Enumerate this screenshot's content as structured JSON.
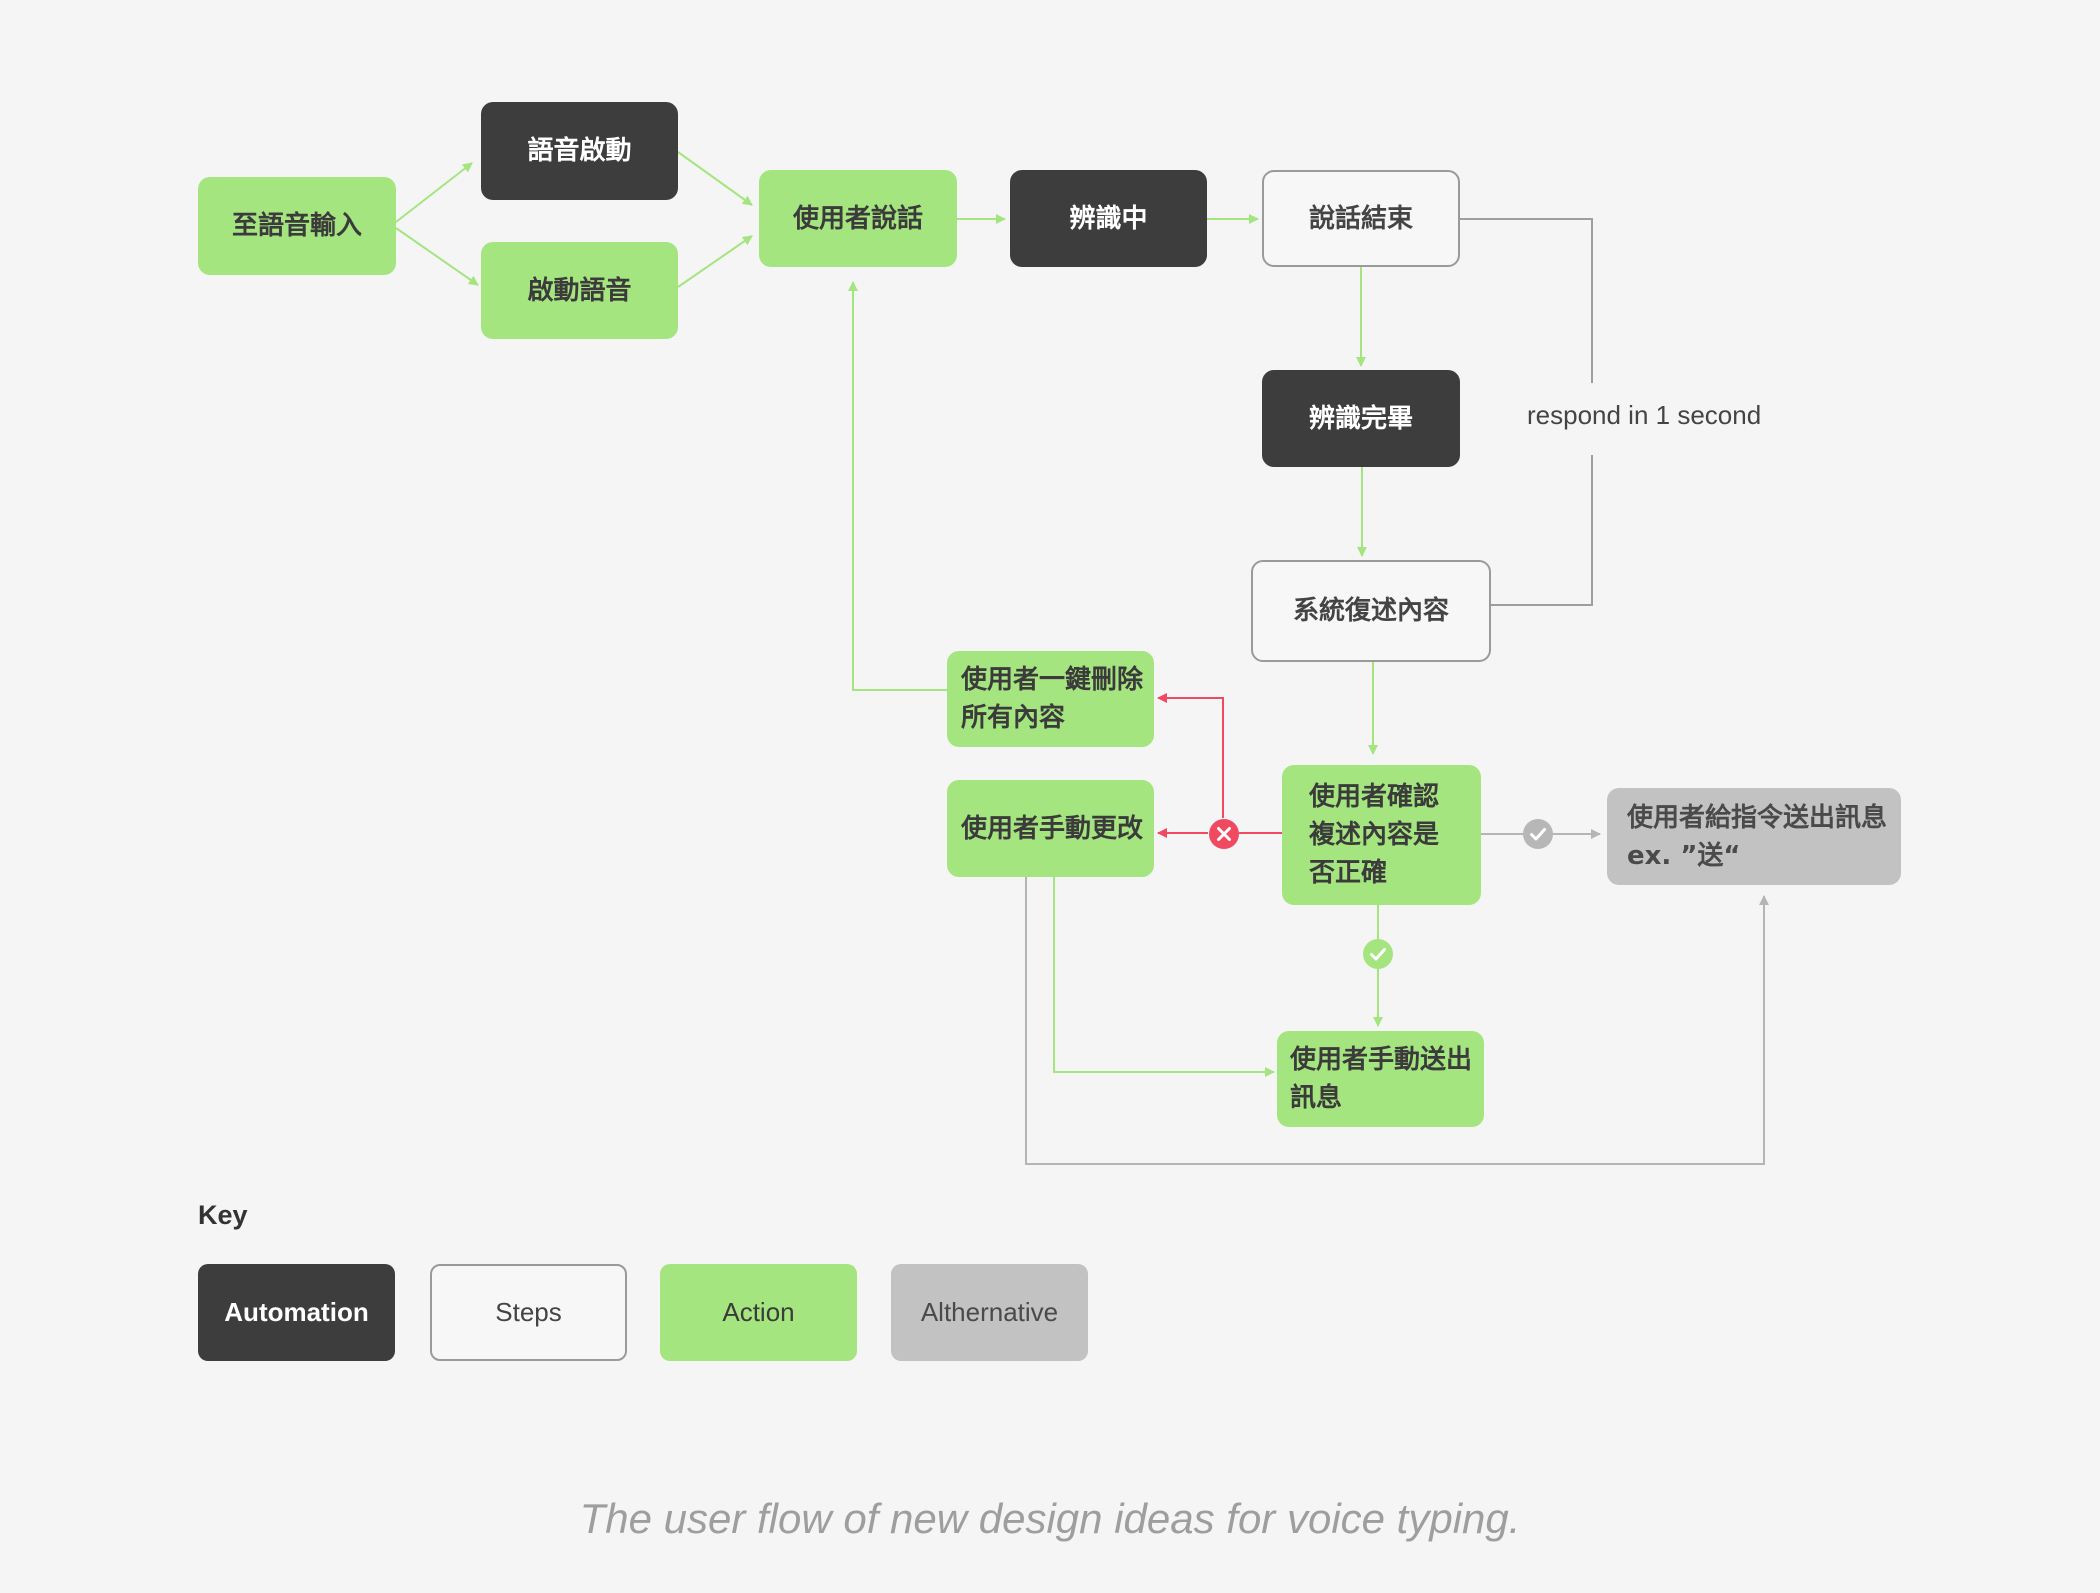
{
  "nodes": {
    "to_voice_input": "至語音輸入",
    "voice_start": "語音啟動",
    "start_voice": "啟動語音",
    "user_speaks": "使用者說話",
    "recognizing": "辨識中",
    "speech_end": "說話結束",
    "recognition_done": "辨識完畢",
    "system_repeat": "系統復述內容",
    "user_delete_all": "使用者一鍵刪除\n所有內容",
    "user_manual_edit": "使用者手動更改",
    "user_confirm": "使用者確認\n複述內容是\n否正確",
    "user_command_send": "使用者給指令送出訊息\nex. ”送“",
    "user_manual_send": "使用者手動送出\n訊息"
  },
  "annotation": "respond in 1 second",
  "key": {
    "title": "Key",
    "automation": "Automation",
    "steps": "Steps",
    "action": "Action",
    "alternative": "Althernative"
  },
  "caption": "The user flow of new design ideas for voice typing.",
  "colors": {
    "automation": "#3d3d3d",
    "steps_border": "#9a9a9a",
    "action": "#a5e57f",
    "alternative": "#c2c2c2",
    "reject": "#ef4a62",
    "connector_green": "#a5e57f",
    "connector_gray": "#9e9e9e"
  }
}
